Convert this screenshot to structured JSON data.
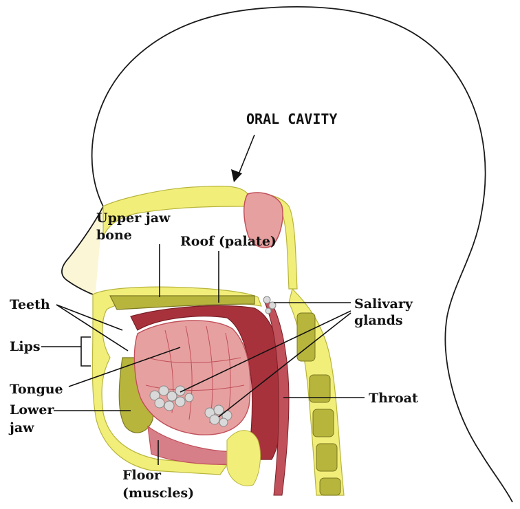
{
  "title": "ORAL CAVITY",
  "labels": {
    "upper_jaw_line1": "Upper jaw",
    "upper_jaw_line2": "bone",
    "roof": "Roof (palate)",
    "teeth": "Teeth",
    "salivary_line1": "Salivary",
    "salivary_line2": "glands",
    "lips": "Lips",
    "tongue": "Tongue",
    "throat": "Throat",
    "lower_jaw_line1": "Lower",
    "lower_jaw_line2": "jaw",
    "floor_line1": "Floor",
    "floor_line2": "(muscles)"
  },
  "colors": {
    "outline": "#1a1a1a",
    "tissue_yellow": "#f2ee7a",
    "bone_olive": "#b7b53c",
    "muscle_pink": "#e7a0a0",
    "muscle_red": "#c0505a",
    "cavity_red": "#a8323c",
    "gland_gray": "#d9d9d9",
    "skin_cream": "#fbf6d6"
  }
}
